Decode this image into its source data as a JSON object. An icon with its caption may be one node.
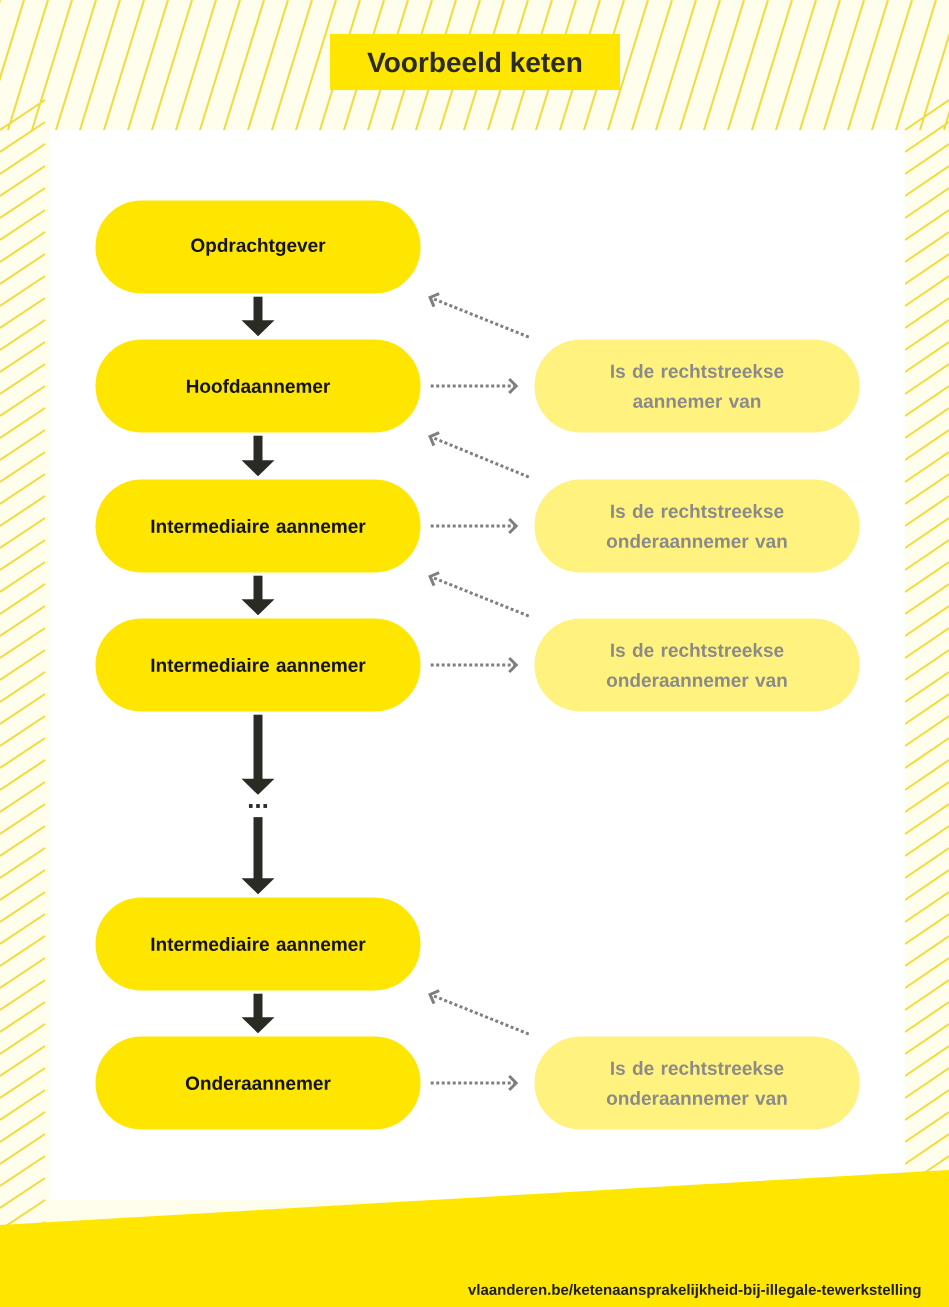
{
  "diagram": {
    "title": "Voorbeeld keten",
    "nodes": [
      {
        "text": [
          "Opdrachtgever"
        ]
      },
      {
        "text": [
          "Hoofdaannemer"
        ]
      },
      {
        "text": [
          "Intermediaire aannemer"
        ]
      },
      {
        "text": [
          "Intermediaire aannemer"
        ]
      },
      {
        "text": [
          "..."
        ]
      },
      {
        "text": [
          "Intermediaire aannemer"
        ]
      },
      {
        "text": [
          "Onderaannemer"
        ]
      },
      {
        "text": [
          "Is de rechtstreekse aannemer van"
        ]
      },
      {
        "text": [
          "Is de rechtstreekse onderaannemer van"
        ]
      },
      {
        "text": [
          "Is de rechtstreekse onderaannemer van"
        ]
      },
      {
        "text": [
          "Is de rechtstreekse onderaannemer van"
        ]
      }
    ],
    "edges": [
      {
        "from": 0,
        "to": 1,
        "arrow": "to",
        "style": "thick",
        "color": "#2b2b26"
      },
      {
        "from": 1,
        "to": 2,
        "arrow": "to",
        "style": "thick",
        "color": "#2b2b26"
      },
      {
        "from": 2,
        "to": 3,
        "arrow": "to",
        "style": "thick",
        "color": "#2b2b26"
      },
      {
        "from": 3,
        "to": 4,
        "arrow": "to",
        "style": "thick",
        "color": "#2b2b26"
      },
      {
        "from": 4,
        "to": 5,
        "arrow": "to",
        "style": "thick",
        "color": "#2b2b26"
      },
      {
        "from": 5,
        "to": 6,
        "arrow": "to",
        "style": "thick",
        "color": "#2b2b26"
      },
      {
        "from": 7,
        "to": 0,
        "arrow": "to",
        "style": "dashed"
      },
      {
        "from": 1,
        "to": 7,
        "arrow": "to",
        "style": "dashed"
      },
      {
        "from": 8,
        "to": 1,
        "arrow": "to",
        "style": "dashed"
      },
      {
        "from": 2,
        "to": 8,
        "arrow": "to",
        "style": "dashed"
      },
      {
        "from": 9,
        "to": 2,
        "arrow": "to",
        "style": "dashed"
      },
      {
        "from": 3,
        "to": 9,
        "arrow": "to",
        "style": "dashed"
      },
      {
        "from": 10,
        "to": 5,
        "arrow": "to",
        "style": "dashed"
      },
      {
        "from": 6,
        "to": 10,
        "arrow": "to",
        "style": "dashed"
      }
    ],
    "labels": [
      "vlaanderen.be/ketenaansprakelijkheid-bij-illegale-tewerkstelling"
    ]
  }
}
